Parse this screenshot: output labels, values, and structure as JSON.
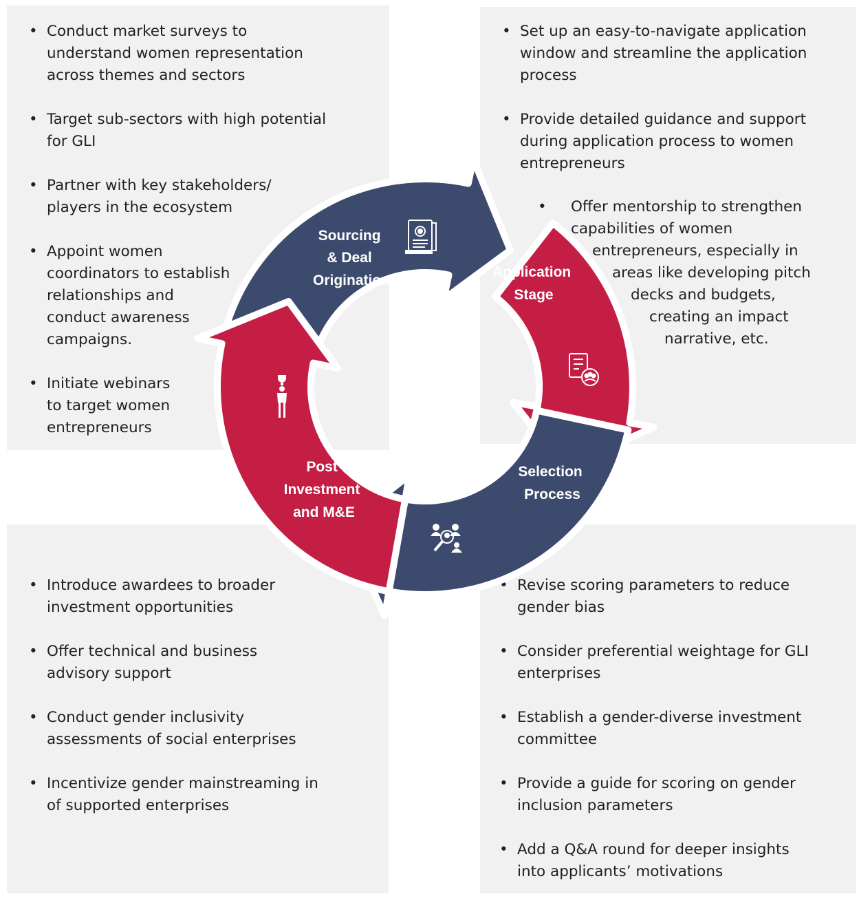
{
  "colors": {
    "navy": "#3c4a6e",
    "crimson": "#c41e45",
    "panel": "#f1f1f1"
  },
  "stages": {
    "sourcing": {
      "lines": [
        "Sourcing",
        "& Deal",
        "Origination"
      ],
      "icon": "document-certificate-icon"
    },
    "application": {
      "lines": [
        "Application",
        "Stage"
      ],
      "icon": "checklist-people-icon"
    },
    "selection": {
      "lines": [
        "Selection",
        "Process"
      ],
      "icon": "search-people-icon"
    },
    "post": {
      "lines": [
        "Post",
        "Investment",
        "and M&E"
      ],
      "icon": "woman-trophy-icon"
    }
  },
  "sourcing_points": [
    [
      "Conduct market surveys to",
      "understand women representation",
      "across themes and sectors"
    ],
    [
      "Target sub-sectors with high potential",
      "for GLI"
    ],
    [
      "Partner with key stakeholders/",
      "players in the ecosystem"
    ],
    [
      "Appoint women",
      "coordinators to establish",
      "relationships and",
      "conduct awareness",
      "campaigns."
    ],
    [
      "Initiate webinars",
      "to target women",
      "entrepreneurs"
    ]
  ],
  "application_points": [
    [
      "Set up an easy-to-navigate application",
      "window and streamline the application",
      "process"
    ],
    [
      "Provide detailed guidance and support",
      "during application process to women",
      "entrepreneurs"
    ]
  ],
  "application_mentorship": [
    "Offer mentorship to strengthen",
    "capabilities of women",
    "entrepreneurs, especially in",
    "areas like developing pitch",
    "decks and budgets,",
    "creating an impact",
    "narrative, etc."
  ],
  "post_points": [
    [
      "Introduce awardees to broader",
      "investment opportunities"
    ],
    [
      "Offer technical and business",
      "advisory support"
    ],
    [
      "Conduct gender inclusivity",
      "assessments of social enterprises"
    ],
    [
      "Incentivize gender mainstreaming in",
      "of supported enterprises"
    ]
  ],
  "selection_points": [
    [
      "Revise scoring parameters to reduce",
      "gender bias"
    ],
    [
      "Consider preferential weightage for GLI",
      "enterprises"
    ],
    [
      "Establish a gender-diverse investment",
      "committee"
    ],
    [
      "Provide a guide for scoring on gender",
      "inclusion parameters"
    ],
    [
      "Add a Q&A round for deeper insights",
      "into applicants’ motivations"
    ]
  ]
}
